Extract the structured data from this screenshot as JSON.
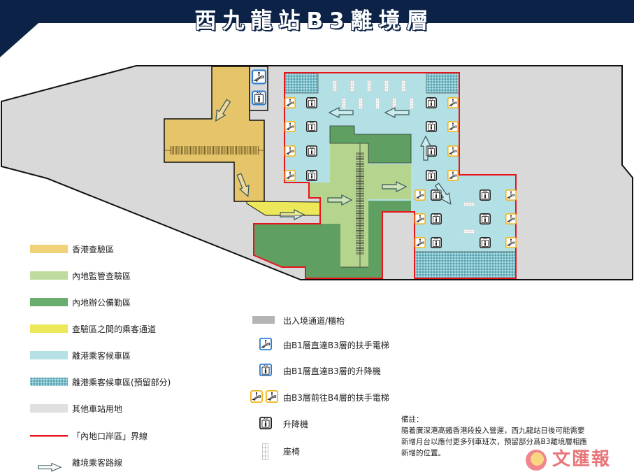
{
  "header": {
    "title": "西九龍站B3離境層"
  },
  "legend": {
    "areas": [
      {
        "label": "香港查驗區",
        "color": "#f0d27a"
      },
      {
        "label": "內地監管查驗區",
        "color": "#bfdc9e"
      },
      {
        "label": "內地辦公備勤區",
        "color": "#6aab6e"
      },
      {
        "label": "查驗區之間的乘客通道",
        "color": "#ece85a"
      },
      {
        "label": "離港乘客候車區",
        "color": "#b5e0e5"
      },
      {
        "label": "離港乘客候車區(預留部分)",
        "color": "#8fcdd6"
      },
      {
        "label": "其他車站用地",
        "color": "#e0e0e0"
      },
      {
        "label": "「內地口岸區」界線",
        "color": "#e8141c"
      },
      {
        "label": "離境乘客路線"
      }
    ],
    "symbols": [
      {
        "label": "出入境通道/櫃枱",
        "icon": "gate-bars-icon"
      },
      {
        "label": "由B1層直達B3層的扶手電梯",
        "icon": "escalator-icon",
        "color": "#2a7bd0"
      },
      {
        "label": "由B1層直達B3層的升降機",
        "icon": "elevator-icon",
        "color": "#2a7bd0"
      },
      {
        "label": "由B3層前往B4層的扶手電梯",
        "icon": "escalator-icon",
        "color": "#f1b51d"
      },
      {
        "label": "升降機",
        "icon": "elevator-icon",
        "color": "#222222"
      },
      {
        "label": "座椅",
        "icon": "seat-icon"
      }
    ]
  },
  "notes": {
    "heading": "備註：",
    "lines": [
      "隨着廣深港高鐵香港段投入營運，西九龍站日後可能需要",
      "新增月台以應付更多列車班次，預留部分爲B3離境層相應",
      "新增的位置。"
    ]
  },
  "watermark": {
    "text": "文匯報"
  },
  "colors": {
    "navy": "#0c2347",
    "hk": "#e6c46a",
    "inspect": "#b5d58f",
    "office": "#5fa062",
    "passage": "#ece85a",
    "waiting": "#b3e0e4",
    "other": "#d9d9d9",
    "boundary": "#e8141c"
  }
}
